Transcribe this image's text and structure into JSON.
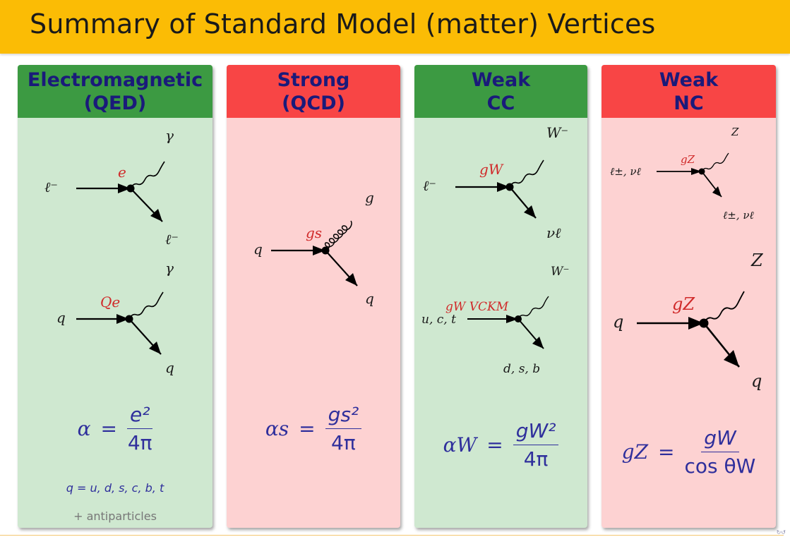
{
  "slide": {
    "title": "Summary of Standard Model (matter) Vertices"
  },
  "columns": {
    "qed": {
      "header_line1": "Electromagnetic",
      "header_line2": "(QED)",
      "vertex1": {
        "in": "ℓ⁻",
        "coupling": "e",
        "boson": "γ",
        "out": "ℓ⁻"
      },
      "vertex2": {
        "in": "q",
        "coupling": "Qe",
        "boson": "γ",
        "out": "q"
      },
      "formula_lhs": "α",
      "formula_eq": "=",
      "formula_num": "e²",
      "formula_den": "4π",
      "note": "q = u, d, s, c, b, t",
      "note2": "+ antiparticles"
    },
    "qcd": {
      "header_line1": "Strong",
      "header_line2": "(QCD)",
      "vertex": {
        "in": "q",
        "coupling": "gs",
        "boson": "g",
        "out": "q"
      },
      "formula_lhs": "αs",
      "formula_eq": "=",
      "formula_num": "gs²",
      "formula_den": "4π"
    },
    "weak_cc": {
      "header_line1": "Weak",
      "header_line2": "CC",
      "vertex1": {
        "in": "ℓ⁻",
        "coupling": "gW",
        "boson": "W⁻",
        "out": "νℓ"
      },
      "vertex2": {
        "in": "u, c, t",
        "coupling": "gW VCKM",
        "boson": "W⁻",
        "out": "d, s, b"
      },
      "formula_lhs": "αW",
      "formula_eq": "=",
      "formula_num": "gW²",
      "formula_den": "4π"
    },
    "weak_nc": {
      "header_line1": "Weak",
      "header_line2": "NC",
      "vertex1": {
        "in": "ℓ±, νℓ",
        "coupling": "gZ",
        "boson": "Z",
        "out": "ℓ±, νℓ"
      },
      "vertex2": {
        "in": "q",
        "coupling": "gZ",
        "boson": "Z",
        "out": "q"
      },
      "formula_lhs": "gZ",
      "formula_eq": "=",
      "formula_num": "gW",
      "formula_den": "cos θW"
    }
  },
  "colors": {
    "title_bar": "#fbbc05",
    "green_header": "#3c9a42",
    "green_body": "#cfe8d0",
    "red_header": "#f84545",
    "red_body": "#fdd2d2",
    "header_text": "#1a1a7a",
    "formula_text": "#2f2f9c",
    "coupling_text": "#d02a2a"
  },
  "nav_icon": "beamer-navigation-icon"
}
